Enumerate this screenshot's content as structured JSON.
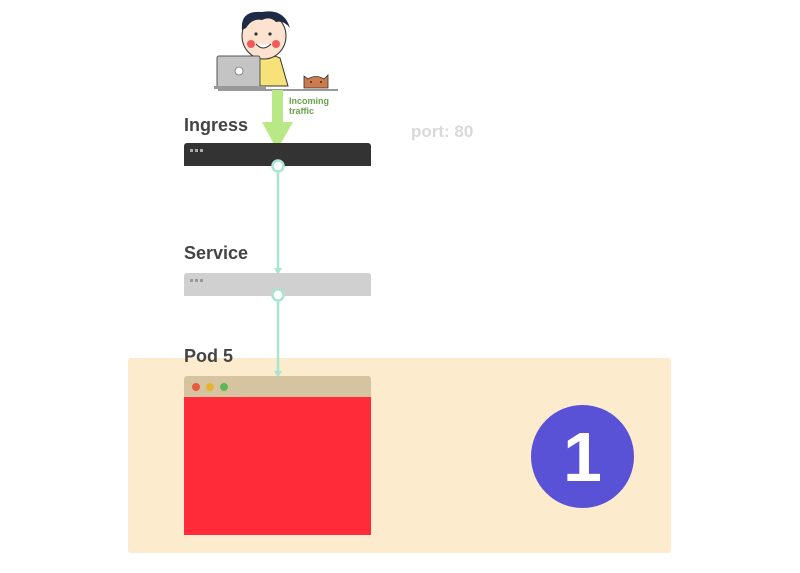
{
  "labels": {
    "ingress": "Ingress",
    "service": "Service",
    "pod": "Pod 5",
    "port": "port: 80",
    "incoming_line1": "Incoming",
    "incoming_line2": "traffic"
  },
  "badge": {
    "number": "1"
  },
  "icons": {
    "user": "user-with-laptop-icon",
    "cat": "cat-icon"
  },
  "colors": {
    "highlight": "#fcebcd",
    "ingress_bar": "#333333",
    "service_bar": "#d0d0d0",
    "pod_header": "#d6c4a1",
    "pod_body": "#ff2b38",
    "connector": "#a8e6cf",
    "arrow": "#b8e986",
    "badge": "#5a52d6"
  }
}
